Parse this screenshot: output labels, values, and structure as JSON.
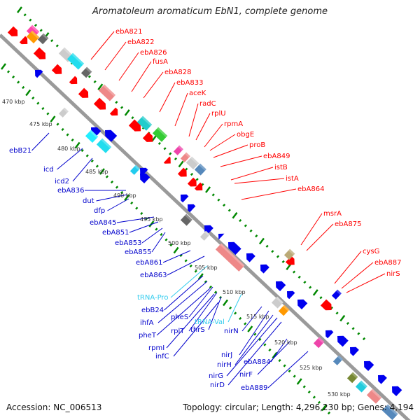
{
  "title": "Aromatoleum aromaticum EbN1, complete genome",
  "footer": {
    "accession": "Accession: NC_006513",
    "summary": "Topology: circular; Length: 4,296,230 bp; Genes: 4,194"
  },
  "colors": {
    "forward_label": "#ff0000",
    "reverse_label": "#0000cc",
    "trna_label": "#33ccee",
    "backbone": "#999999",
    "tick": "#008800",
    "forward_gene": "#ff0000",
    "reverse_gene": "#0000ee"
  },
  "kbp_ticks": [
    "470 kbp",
    "475 kbp",
    "480 kbp",
    "485 kbp",
    "490 kbp",
    "495 kbp",
    "500 kbp",
    "505 kbp",
    "510 kbp",
    "515 kbp",
    "520 kbp",
    "525 kbp",
    "530 kbp"
  ],
  "forward_labels": [
    "ebA821",
    "ebA822",
    "ebA826",
    "fusA",
    "ebA828",
    "ebA833",
    "aceK",
    "radC",
    "rplU",
    "rpmA",
    "obgE",
    "proB",
    "ebA849",
    "istB",
    "istA",
    "ebA864",
    "msrA",
    "ebA875",
    "cysG",
    "ebA887",
    "nirS"
  ],
  "reverse_labels": [
    "ebB21",
    "icd",
    "icd2",
    "ebA836",
    "dut",
    "dfp",
    "ebA845",
    "ebA851",
    "ebA853",
    "ebA855",
    "ebA861",
    "ebA863",
    "ebB24",
    "ihfA",
    "pheT",
    "rpmI",
    "infC",
    "pheS",
    "rplT",
    "thrS",
    "nirN",
    "nirJ",
    "nirH",
    "nirG",
    "nirD",
    "ebA884",
    "nirF",
    "ebA889"
  ],
  "trna_labels": [
    "tRNA-Pro",
    "tRNA-Val"
  ]
}
